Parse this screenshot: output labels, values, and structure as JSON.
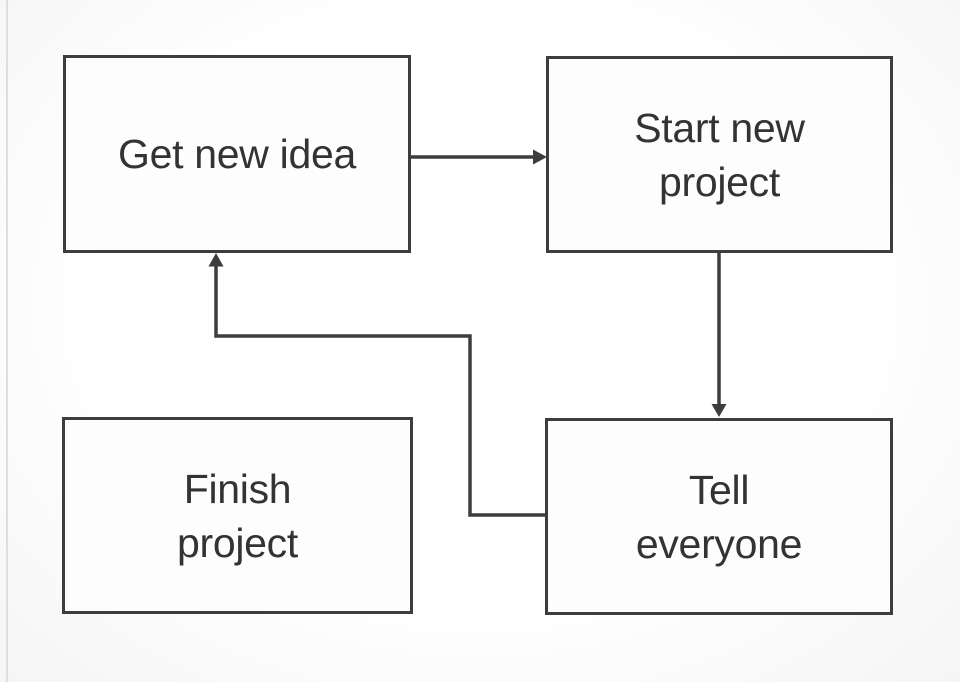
{
  "diagram": {
    "type": "flowchart",
    "description": "Project cycle flowchart meme",
    "colors": {
      "line": "#3d3d3d",
      "text": "#333333",
      "node_fill": "#fdfdfd",
      "background": "#fbfbfb",
      "edge_artifact": "#d9d9d9"
    },
    "nodes": [
      {
        "id": "get-new-idea",
        "label": [
          "Get new idea"
        ]
      },
      {
        "id": "start-new-project",
        "label": [
          "Start new",
          "project"
        ]
      },
      {
        "id": "finish-project",
        "label": [
          "Finish",
          "project"
        ]
      },
      {
        "id": "tell-everyone",
        "label": [
          "Tell",
          "everyone"
        ]
      }
    ],
    "edges": [
      {
        "from": "get-new-idea",
        "to": "start-new-project",
        "style": "arrow-right"
      },
      {
        "from": "start-new-project",
        "to": "tell-everyone",
        "style": "arrow-down"
      },
      {
        "from": "tell-everyone",
        "to": "get-new-idea",
        "style": "arrow-loop-up"
      }
    ]
  }
}
